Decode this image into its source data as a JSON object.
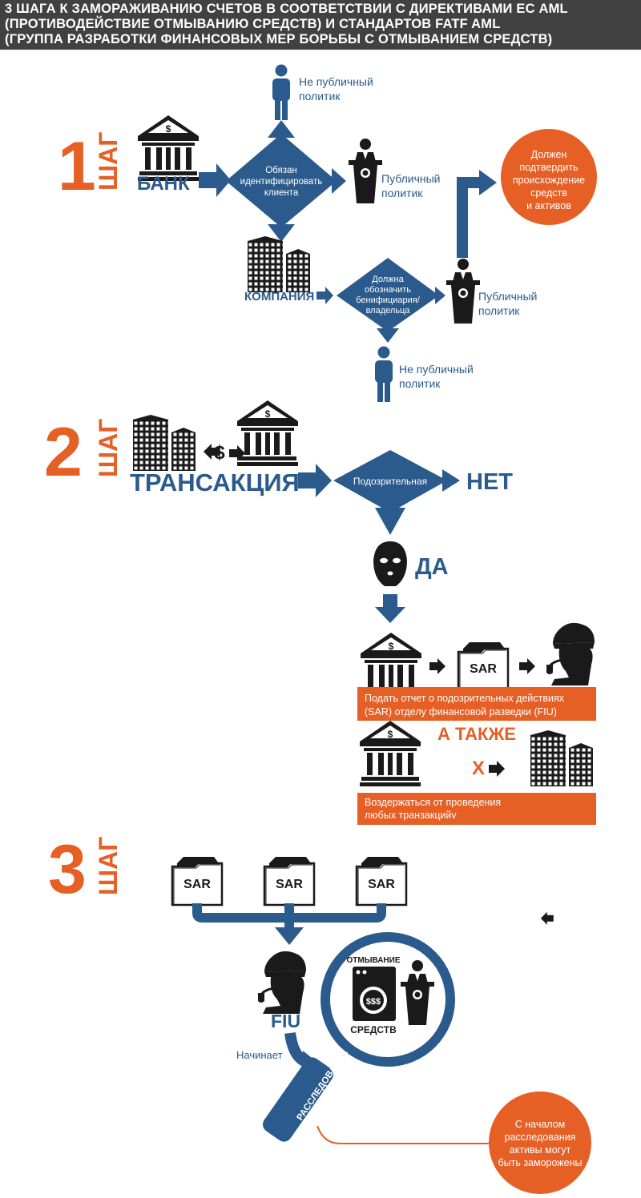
{
  "header": {
    "lines": [
      "3 ШАГА К ЗАМОРАЖИВАНИЮ СЧЕТОВ В СООТВЕТСТВИИ С ДИРЕКТИВАМИ ЕС AML",
      "(ПРОТИВОДЕЙСТВИЕ ОТМЫВАНИЮ СРЕДСТВ) И СТАНДАРТОВ FATF AML",
      "(ГРУППА РАЗРАБОТКИ ФИНАНСОВЫХ МЕР БОРЬБЫ С ОТМЫВАНИЕМ СРЕДСТВ)"
    ]
  },
  "colors": {
    "blue": "#2b5a8c",
    "orange": "#e65f25",
    "black": "#1a1a1a",
    "header_bg": "#414142"
  },
  "step_word": "ШАГ",
  "step1": {
    "number": "1",
    "bank": "БАНК",
    "diamond_lines": [
      "Обязан",
      "идентифицировать",
      "клиента"
    ],
    "nonpublic_lines": [
      "Не публичный",
      "политик"
    ],
    "public_lines": [
      "Публичный",
      "политик"
    ],
    "circle_lines": [
      "Должен",
      "подтвердить",
      "происхождение",
      "средств",
      "и активов"
    ],
    "company": "КОМПАНИЯ",
    "diamond2_lines": [
      "Должна",
      "обозначить",
      "бенифициария/",
      "владельца"
    ],
    "public2_lines": [
      "Публичный",
      "политик"
    ],
    "nonpublic2_lines": [
      "Не публичный",
      "политик"
    ]
  },
  "step2": {
    "number": "2",
    "dollar": "$",
    "transaction": "ТРАНСАКЦИЯ",
    "diamond": "Подозрительная",
    "no": "НЕТ",
    "yes": "ДА",
    "sar": "SAR",
    "box1_lines": [
      "Подать отчет о подозрительных действиях",
      "(SAR) отделу финансовой разведки (FIU)"
    ],
    "also": "А ТАКЖЕ",
    "cross": "X",
    "box2_lines": [
      "Воздержаться от проведения",
      "любых транзакцийv"
    ]
  },
  "step3": {
    "number": "3",
    "sar_labels": [
      "SAR",
      "SAR",
      "SAR"
    ],
    "fiu": "FIU",
    "starts": "Начинает",
    "investigation": "РАССЛЕДОВАНИЕ",
    "lens_top": "ОТМЫВАНИЕ",
    "lens_bottom": "СРЕДСТВ",
    "machine_dollar": "$$$",
    "circle_lines": [
      "С началом",
      "расследования",
      "активы могут",
      "быть заморожены"
    ]
  }
}
